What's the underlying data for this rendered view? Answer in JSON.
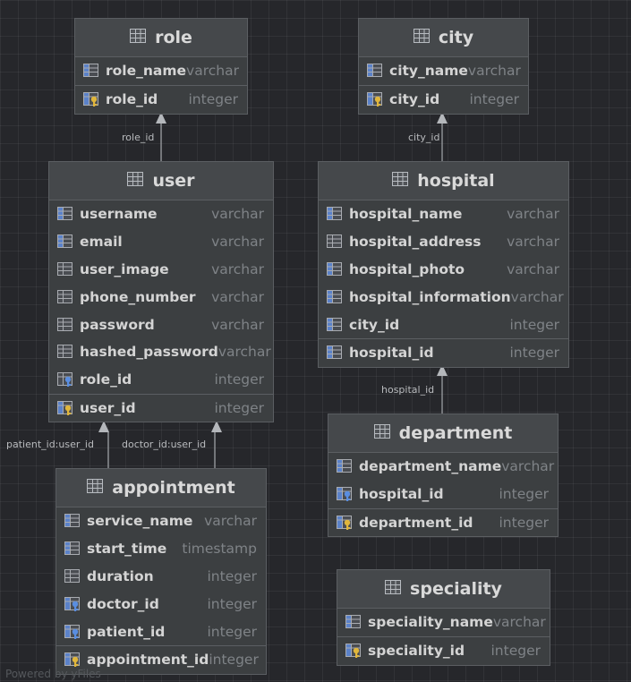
{
  "tables": {
    "role": {
      "title": "role",
      "columns": [
        {
          "name": "role_name",
          "type": "varchar"
        },
        {
          "name": "role_id",
          "type": "integer"
        }
      ]
    },
    "city": {
      "title": "city",
      "columns": [
        {
          "name": "city_name",
          "type": "varchar"
        },
        {
          "name": "city_id",
          "type": "integer"
        }
      ]
    },
    "user": {
      "title": "user",
      "columns": [
        {
          "name": "username",
          "type": "varchar"
        },
        {
          "name": "email",
          "type": "varchar"
        },
        {
          "name": "user_image",
          "type": "varchar"
        },
        {
          "name": "phone_number",
          "type": "varchar"
        },
        {
          "name": "password",
          "type": "varchar"
        },
        {
          "name": "hashed_password",
          "type": "varchar"
        },
        {
          "name": "role_id",
          "type": "integer"
        },
        {
          "name": "user_id",
          "type": "integer"
        }
      ]
    },
    "hospital": {
      "title": "hospital",
      "columns": [
        {
          "name": "hospital_name",
          "type": "varchar"
        },
        {
          "name": "hospital_address",
          "type": "varchar"
        },
        {
          "name": "hospital_photo",
          "type": "varchar"
        },
        {
          "name": "hospital_information",
          "type": "varchar"
        },
        {
          "name": "city_id",
          "type": "integer"
        },
        {
          "name": "hospital_id",
          "type": "integer"
        }
      ]
    },
    "department": {
      "title": "department",
      "columns": [
        {
          "name": "department_name",
          "type": "varchar"
        },
        {
          "name": "hospital_id",
          "type": "integer"
        },
        {
          "name": "department_id",
          "type": "integer"
        }
      ]
    },
    "appointment": {
      "title": "appointment",
      "columns": [
        {
          "name": "service_name",
          "type": "varchar"
        },
        {
          "name": "start_time",
          "type": "timestamp"
        },
        {
          "name": "duration",
          "type": "integer"
        },
        {
          "name": "doctor_id",
          "type": "integer"
        },
        {
          "name": "patient_id",
          "type": "integer"
        },
        {
          "name": "appointment_id",
          "type": "integer"
        }
      ]
    },
    "speciality": {
      "title": "speciality",
      "columns": [
        {
          "name": "speciality_name",
          "type": "varchar"
        },
        {
          "name": "speciality_id",
          "type": "integer"
        }
      ]
    }
  },
  "relations": {
    "user_role": "role_id",
    "hospital_city": "city_id",
    "department_hospital": "hospital_id",
    "appointment_patient": "patient_id:user_id",
    "appointment_doctor": "doctor_id:user_id"
  },
  "footer": "Powered by yFiles"
}
